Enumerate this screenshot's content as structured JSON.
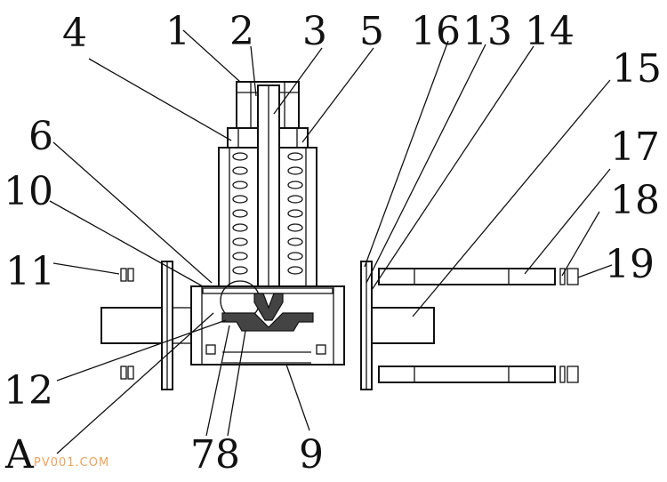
{
  "labels": {
    "l1": "1",
    "l2": "2",
    "l3": "3",
    "l4": "4",
    "l5": "5",
    "l6": "6",
    "l10": "10",
    "l11": "11",
    "l12": "12",
    "lA": "A",
    "l78": "78",
    "l9": "9",
    "l16": "16",
    "l13": "13",
    "l14": "14",
    "l15": "15",
    "l17": "17",
    "l18": "18",
    "l19": "19"
  },
  "watermark": "PV001.COM"
}
